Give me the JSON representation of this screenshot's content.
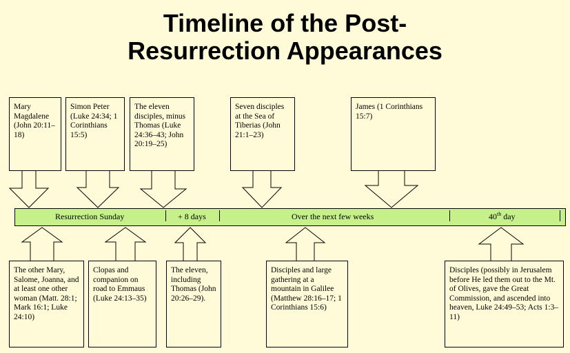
{
  "title": {
    "line1": "Timeline of the Post-",
    "line2": "Resurrection Appearances"
  },
  "timeline": {
    "segments": [
      {
        "label": "Resurrection Sunday"
      },
      {
        "label": "+ 8 days"
      },
      {
        "label": "Over the next few weeks"
      },
      {
        "label_base": "40",
        "label_sup": "th",
        "label_rest": " day"
      }
    ]
  },
  "appearances_above": [
    {
      "text": "Mary Magdalene (John 20:11–18)"
    },
    {
      "text": "Simon Peter (Luke 24:34; 1 Corinthians 15:5)"
    },
    {
      "text": "The eleven disciples, minus Thomas (Luke 24:36–43; John 20:19–25)"
    },
    {
      "text": "Seven disciples at the Sea of Tiberias (John 21:1–23)"
    },
    {
      "text": "James (1 Corinthians 15:7)"
    }
  ],
  "appearances_below": [
    {
      "text": "The other Mary, Salome, Joanna, and at least one other woman (Matt. 28:1; Mark 16:1; Luke 24:10)"
    },
    {
      "text": "Clopas and companion on road to Emmaus (Luke 24:13–35)"
    },
    {
      "text": "The eleven, including Thomas (John 20:26–29)."
    },
    {
      "text": "Disciples and large gathering at a mountain in Galilee (Matthew 28:16–17; 1 Corinthians 15:6)"
    },
    {
      "text": "Disciples (possibly in Jerusalem before He led them out to the Mt. of Olives, gave the Great Commission, and ascended into heaven, Luke 24:49–53; Acts 1:3–11)"
    }
  ],
  "colors": {
    "background": "#fffbd9",
    "timeline_bar": "#c6f08a",
    "outline": "#000000"
  }
}
